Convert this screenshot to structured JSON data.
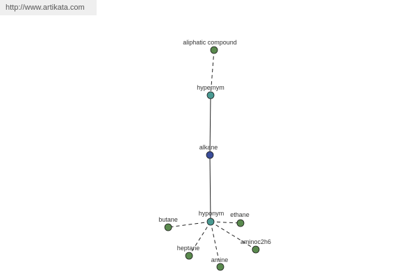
{
  "source_url": "http://www.artikata.com",
  "colors": {
    "leaf_node": "#5a8a4e",
    "relation_node": "#4a9a92",
    "focus_node": "#3a4d9a",
    "edge": "#222222",
    "label": "#333333"
  },
  "nodes": [
    {
      "id": "aliphatic",
      "label": "aliphatic compound",
      "kind": "leaf"
    },
    {
      "id": "hypernym",
      "label": "hypernym",
      "kind": "relation"
    },
    {
      "id": "alkane",
      "label": "alkane",
      "kind": "focus"
    },
    {
      "id": "hyponym",
      "label": "hyponym",
      "kind": "relation"
    },
    {
      "id": "butane",
      "label": "butane",
      "kind": "leaf"
    },
    {
      "id": "ethane",
      "label": "ethane",
      "kind": "leaf"
    },
    {
      "id": "heptane",
      "label": "heptane",
      "kind": "leaf"
    },
    {
      "id": "amine",
      "label": "amine",
      "kind": "leaf"
    },
    {
      "id": "aminoc2h6",
      "label": "aminoc2h6",
      "kind": "leaf"
    }
  ],
  "edges": [
    {
      "from": "aliphatic",
      "to": "hypernym",
      "style": "dashed"
    },
    {
      "from": "hypernym",
      "to": "alkane",
      "style": "solid"
    },
    {
      "from": "alkane",
      "to": "hyponym",
      "style": "solid"
    },
    {
      "from": "hyponym",
      "to": "butane",
      "style": "dashed"
    },
    {
      "from": "hyponym",
      "to": "ethane",
      "style": "dashed"
    },
    {
      "from": "hyponym",
      "to": "heptane",
      "style": "dashed"
    },
    {
      "from": "hyponym",
      "to": "amine",
      "style": "dashed"
    },
    {
      "from": "hyponym",
      "to": "aminoc2h6",
      "style": "dashed"
    }
  ]
}
